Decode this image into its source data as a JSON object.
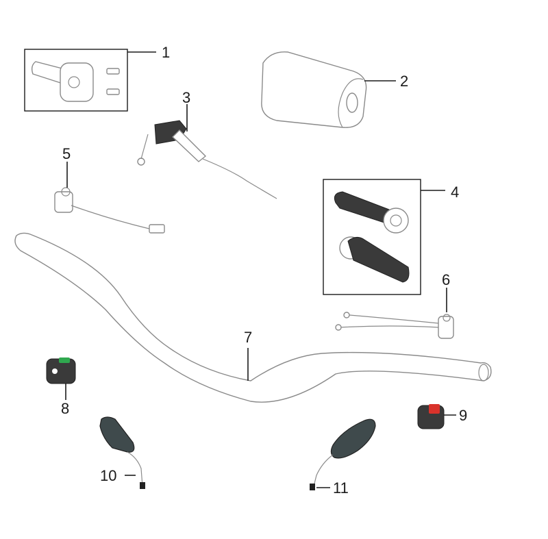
{
  "callouts": {
    "p1": "1",
    "p2": "2",
    "p3": "3",
    "p4": "4",
    "p5": "5",
    "p6": "6",
    "p7": "7",
    "p8": "8",
    "p9": "9",
    "p10": "10",
    "p11": "11"
  },
  "colors": {
    "switch_left_button": "#2fa84f",
    "switch_right_button": "#d9322b",
    "mirror_glass": "#3f4a4c"
  },
  "icons": {
    "throttle": "throttle-assembly-icon",
    "bar_pad": "handlebar-pad-icon",
    "throttle_cable": "throttle-cable-icon",
    "grips": "grips-icon",
    "left_lever_clamp": "left-clamp-switch-icon",
    "right_lever_clamp": "right-clamp-switch-icon",
    "handlebar": "handlebar-icon",
    "left_switch": "left-switch-icon",
    "right_switch": "right-switch-icon",
    "left_mirror": "left-mirror-icon",
    "right_mirror": "right-mirror-icon"
  }
}
